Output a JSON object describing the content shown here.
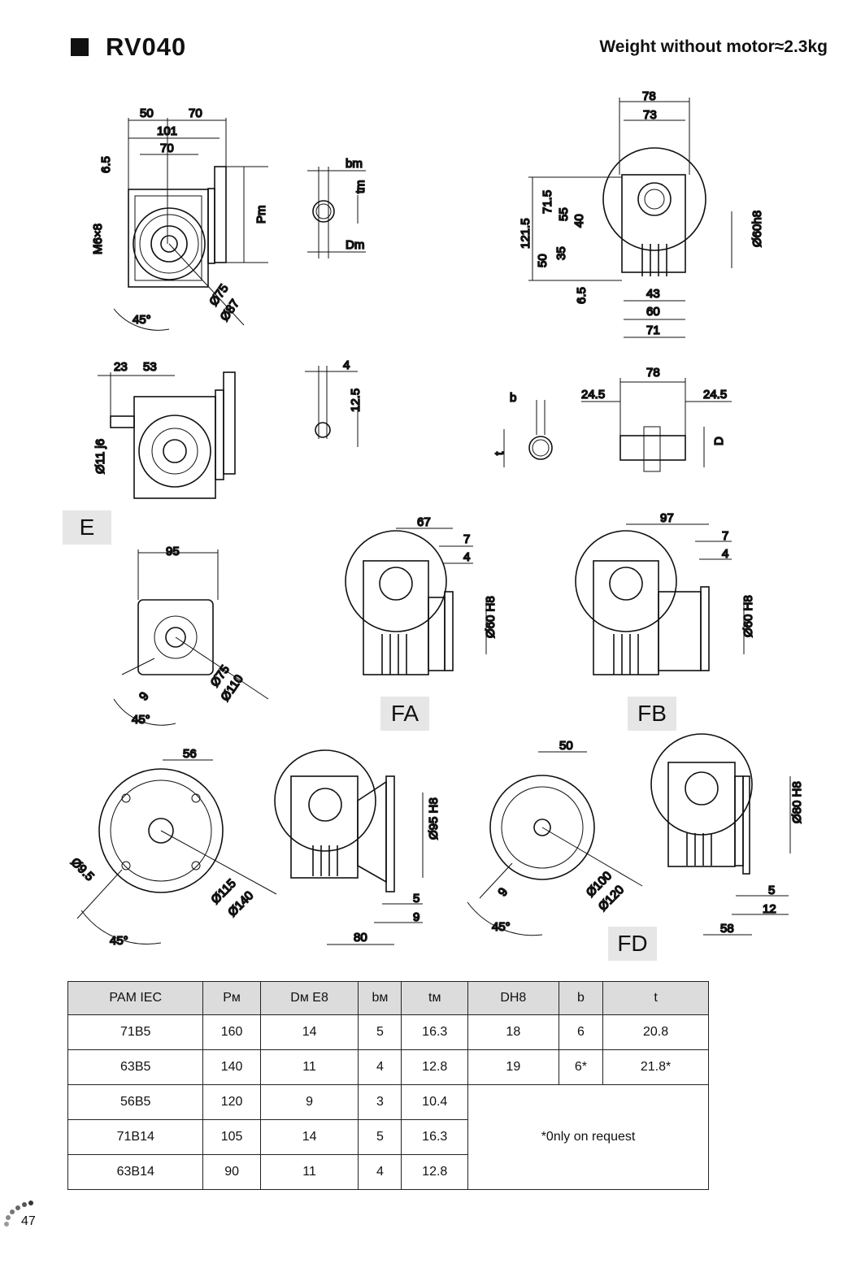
{
  "header": {
    "model": "RV040",
    "weight": "Weight without motor≈2.3kg"
  },
  "dims": {
    "front": [
      "50",
      "70",
      "101",
      "70",
      "6.5",
      "M6×8",
      "Pm",
      "45°",
      "Ø75",
      "Ø87"
    ],
    "shaft_key": [
      "bm",
      "tm",
      "Dm"
    ],
    "side": [
      "78",
      "73",
      "121.5",
      "71.5",
      "55",
      "40",
      "50",
      "35",
      "6.5",
      "Ø60h8",
      "43",
      "60",
      "71"
    ],
    "e_view": [
      "23",
      "53",
      "Ø11 j6"
    ],
    "e_key": [
      "4",
      "12.5"
    ],
    "hollow": [
      "b",
      "t",
      "78",
      "24.5",
      "24.5",
      "D"
    ],
    "e_flange": [
      "95",
      "9",
      "45°",
      "Ø75",
      "Ø110"
    ],
    "fa": [
      "67",
      "7",
      "4",
      "Ø60 H8"
    ],
    "fb": [
      "97",
      "7",
      "4",
      "Ø60 H8"
    ],
    "big_flange": [
      "56",
      "Ø9.5",
      "45°",
      "Ø115",
      "Ø140"
    ],
    "big_side": [
      "Ø95 H8",
      "5",
      "9",
      "80"
    ],
    "fd_flange": [
      "50",
      "9",
      "45°",
      "Ø100",
      "Ø120"
    ],
    "fd_side": [
      "Ø80 H8",
      "5",
      "12",
      "58"
    ]
  },
  "labels": {
    "e": "E",
    "fa": "FA",
    "fb": "FB",
    "fd": "FD"
  },
  "table": {
    "headers": [
      "PAM IEC",
      "Pм",
      "Dм E8",
      "bм",
      "tм",
      "DH8",
      "b",
      "t"
    ],
    "rows": [
      [
        "71B5",
        "160",
        "14",
        "5",
        "16.3"
      ],
      [
        "63B5",
        "140",
        "11",
        "4",
        "12.8"
      ],
      [
        "56B5",
        "120",
        "9",
        "3",
        "10.4"
      ],
      [
        "71B14",
        "105",
        "14",
        "5",
        "16.3"
      ],
      [
        "63B14",
        "90",
        "11",
        "4",
        "12.8"
      ]
    ],
    "hollow_rows": [
      [
        "18",
        "6",
        "20.8"
      ],
      [
        "19",
        "6*",
        "21.8*"
      ]
    ],
    "note": "*0nly on request"
  },
  "page_number": "47"
}
